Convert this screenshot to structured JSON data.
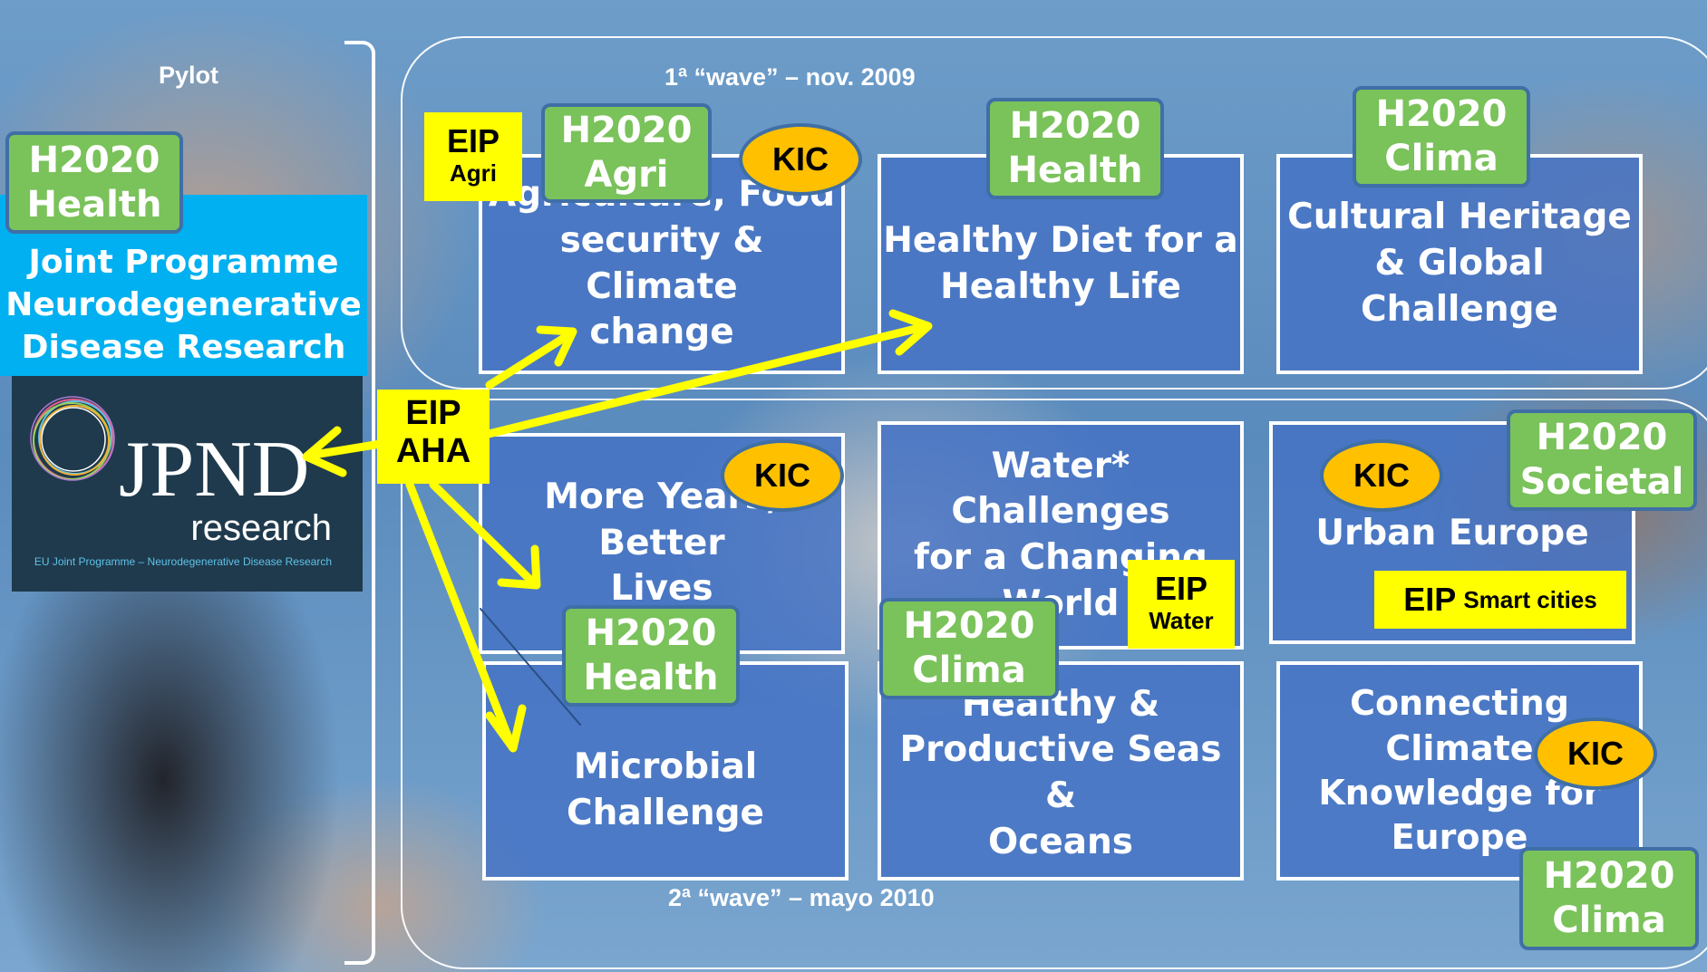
{
  "pilot_label": "Pylot",
  "wave1_label": "1ª “wave” – nov. 2009",
  "wave2_label": "2ª “wave” – mayo 2010",
  "jpnd": {
    "panel_text": "Joint Programme\nNeurodegenerative\nDisease Research",
    "logo_title": "JPND",
    "logo_subtitle": "research",
    "logo_caption": "EU Joint Programme – Neurodegenerative Disease Research"
  },
  "boxes": {
    "agri": "Agriculture, Food\nsecurity & Climate\nchange",
    "diet": "Healthy Diet for a\nHealthy Life",
    "heritage": "Cultural Heritage\n& Global\nChallenge",
    "years": "More Years, Better\nLives",
    "water": "Water* Challenges\nfor a Changing\nWorld",
    "urban": "Urban Europe",
    "microbial": "Microbial\nChallenge",
    "seas": "Healthy &\nProductive Seas &\nOceans",
    "climate": "Connecting\nClimate\nKnowledge for\nEurope"
  },
  "h2020": {
    "health_left": "H2020\nHealth",
    "agri": "H2020\nAgri",
    "health_top": "H2020\nHealth",
    "clima_top": "H2020\nClima",
    "societal": "H2020\nSocietal",
    "health_mid": "H2020\nHealth",
    "clima_mid": "H2020\nClima",
    "clima_bottom": "H2020\nClima"
  },
  "kic_label": "KIC",
  "eip": {
    "agri_main": "EIP",
    "agri_sub": "Agri",
    "aha_main": "EIP",
    "aha_sub": "AHA",
    "water_main": "EIP",
    "water_sub": "Water",
    "smart_main": "EIP",
    "smart_sub": "Smart cities"
  },
  "colors": {
    "box_fill": "#4472C4",
    "h2020_fill": "#7AC25A",
    "kic_fill": "#FFC000",
    "eip_fill": "#FFFF00",
    "jpnd_panel": "#00B0F0",
    "arrow": "#FFFF00"
  }
}
